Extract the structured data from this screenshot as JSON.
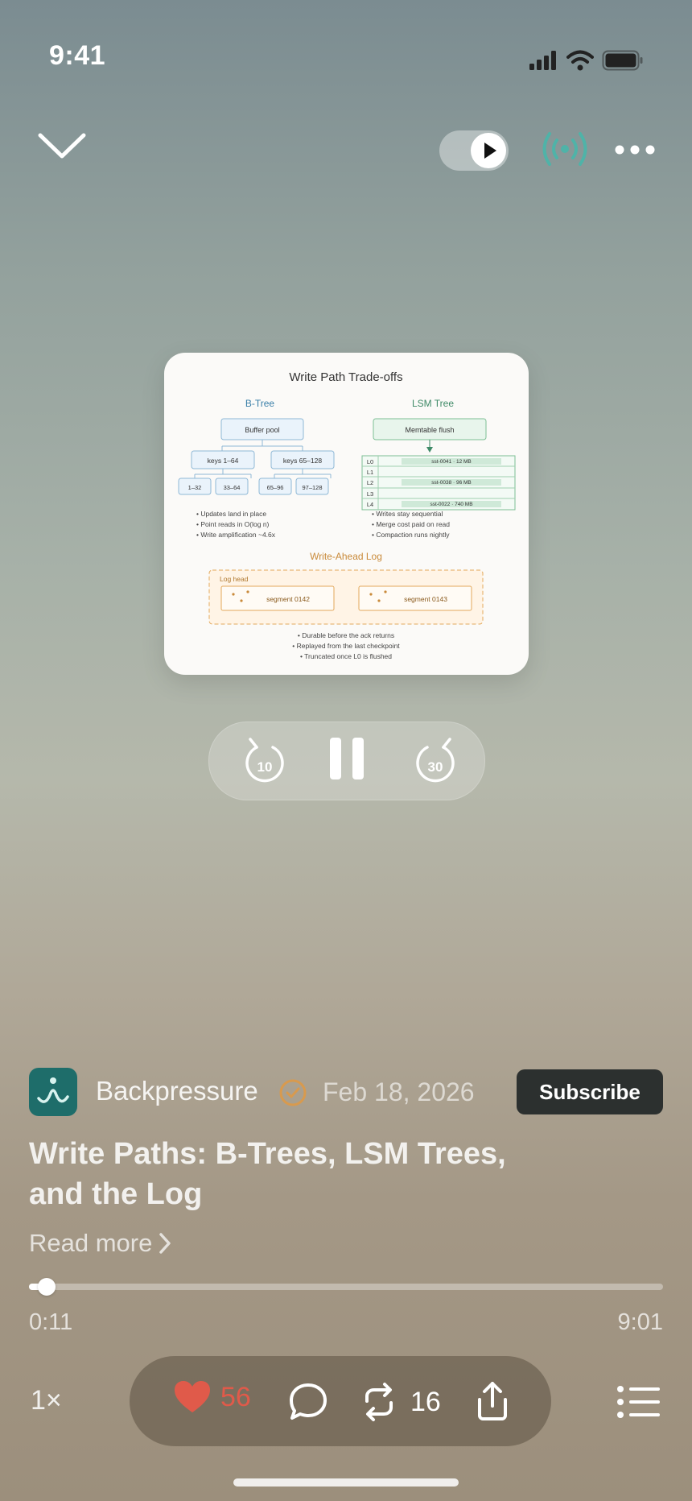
{
  "status_bar": {
    "time": "9:41"
  },
  "artwork": {
    "title": "Write Path Trade-offs",
    "btree": {
      "heading": "B-Tree",
      "root": "Buffer pool",
      "mid": [
        "keys 1–64",
        "keys 65–128"
      ],
      "leaves": [
        "1–32",
        "33–64",
        "65–96",
        "97–128"
      ],
      "bullets": [
        "• Updates land in place",
        "• Point reads in O(log n)",
        "• Write amplification ~4.6x"
      ]
    },
    "lsm": {
      "heading": "LSM Tree",
      "memtable": "Memtable flush",
      "levels": [
        {
          "label": "L0",
          "sst": "sst-0041 · 12 MB"
        },
        {
          "label": "L1",
          "sst": ""
        },
        {
          "label": "L2",
          "sst": "sst-0038 · 96 MB"
        },
        {
          "label": "L3",
          "sst": ""
        },
        {
          "label": "L4",
          "sst": "sst-0022 · 740 MB"
        }
      ],
      "bullets": [
        "• Writes stay sequential",
        "• Merge cost paid on read",
        "• Compaction runs nightly"
      ]
    },
    "wal": {
      "heading": "Write-Ahead Log",
      "log_head": "Log head",
      "segments": [
        "segment 0142",
        "segment 0143"
      ],
      "bullets": [
        "• Durable before the ack returns",
        "• Replayed from the last checkpoint",
        "• Truncated once L0 is flushed"
      ]
    },
    "colors": {
      "btree": "#3a7fa8",
      "lsm": "#3f8a67",
      "wal": "#c98a3a"
    }
  },
  "controls": {
    "skip_back": "10",
    "skip_forward": "30"
  },
  "podcast": {
    "name": "Backpressure",
    "date": "Feb 18, 2026",
    "subscribe_label": "Subscribe"
  },
  "episode": {
    "title": "Write Paths: B-Trees, LSM Trees, and the Log",
    "read_more": "Read more"
  },
  "progress": {
    "elapsed": "0:11",
    "duration": "9:01",
    "fraction": 0.02
  },
  "bottom_bar": {
    "speed": "1×",
    "likes": "56",
    "restacks": "16"
  },
  "icons": [
    "chevron-down-icon",
    "play-icon",
    "airplay-icon",
    "more-icon",
    "skip-back-icon",
    "pause-icon",
    "skip-forward-icon",
    "verified-icon",
    "chevron-right-icon",
    "heart-icon",
    "comment-icon",
    "restack-icon",
    "share-icon",
    "list-icon"
  ]
}
